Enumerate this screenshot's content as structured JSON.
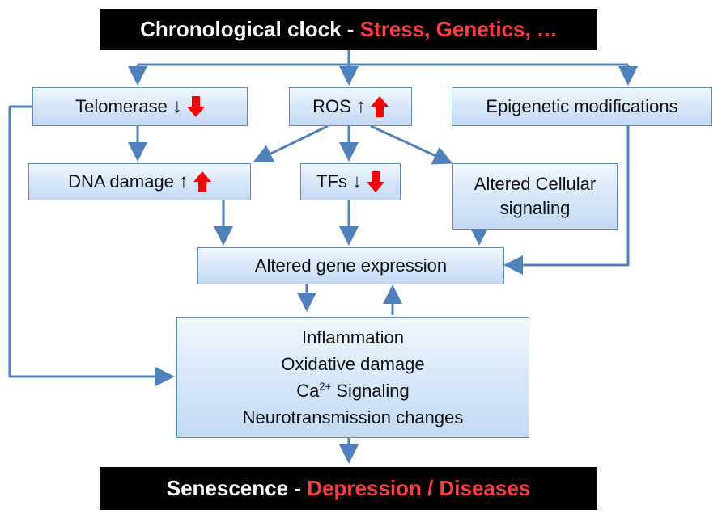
{
  "header": {
    "title": "Chronological clock",
    "separator": "-",
    "accent": "Stress, Genetics, …"
  },
  "nodes": {
    "telomerase": {
      "label": "Telomerase",
      "direction": "↓",
      "indicator": "red-down-arrow"
    },
    "ros": {
      "label": "ROS",
      "direction": "↑",
      "indicator": "red-up-arrow"
    },
    "epigenetic": {
      "label": "Epigenetic modifications"
    },
    "dna_damage": {
      "label": "DNA damage",
      "direction": "↑",
      "indicator": "red-up-arrow"
    },
    "tfs": {
      "label": "TFs",
      "direction": "↓",
      "indicator": "red-down-arrow"
    },
    "signaling": {
      "line1": "Altered Cellular",
      "line2": "signaling"
    },
    "gene_expression": {
      "label": "Altered gene expression"
    },
    "effects": {
      "line1": "Inflammation",
      "line2": "Oxidative damage",
      "line3_prefix": "Ca",
      "line3_sup": "2+",
      "line3_suffix": " Signaling",
      "line4": "Neurotransmission changes"
    }
  },
  "footer": {
    "title": "Senescence",
    "separator": "-",
    "accent": "Depression / Diseases"
  },
  "colors": {
    "arrow": "#4f81bd",
    "box_border": "#5b8bc9",
    "box_fill": "#d6e6f8",
    "accent_red": "#ff3b3b",
    "banner_bg": "#000000",
    "red_indicator": "#ff0000"
  }
}
